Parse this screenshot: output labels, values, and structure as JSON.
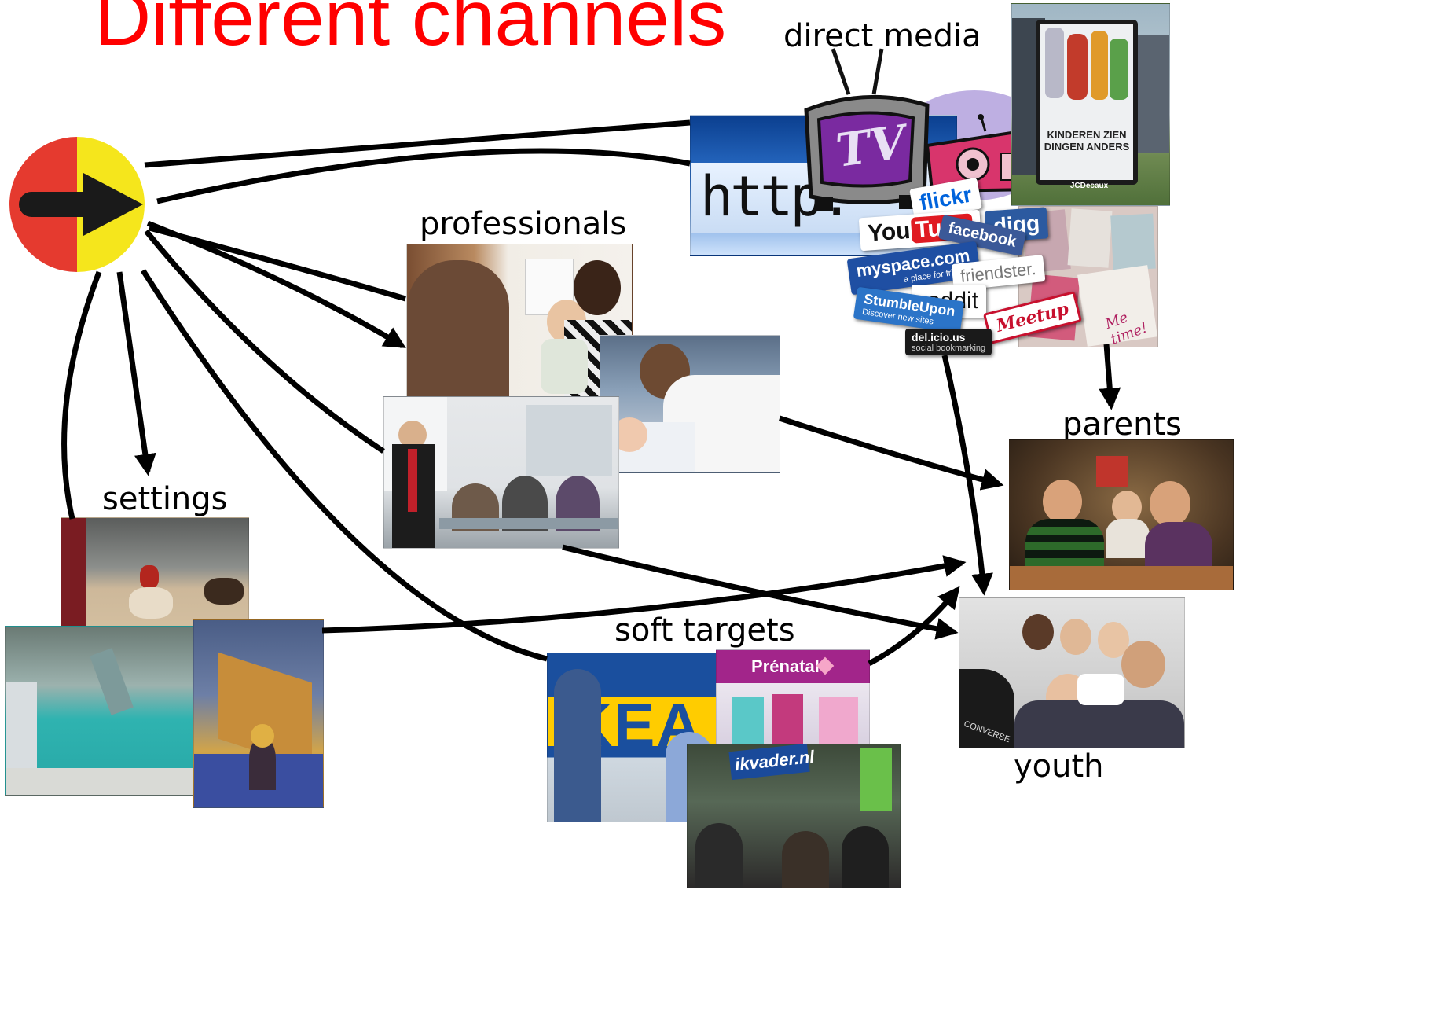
{
  "slide": {
    "title": "Different channels",
    "title_color": "#ff0000"
  },
  "source": {
    "icon": "right-arrow-circle-icon",
    "colors": [
      "#e53a2f",
      "#f5e61c",
      "#1a1a1a"
    ]
  },
  "labels": {
    "direct_media": "direct media",
    "professionals": "professionals",
    "settings": "settings",
    "soft_targets": "soft targets",
    "parents": "parents",
    "youth": "youth"
  },
  "media_collage": {
    "url_text": "http:",
    "tv_text": "TV",
    "flickr": "flickr",
    "youtube_you": "You",
    "youtube_tube": "Tube",
    "digg": "digg",
    "facebook": "facebook",
    "myspace": "myspace.com",
    "myspace_tagline": "a place for friends",
    "friendster": "friendster.",
    "reddit": "reddit",
    "stumbleupon": "StumbleUpon",
    "stumbleupon_tagline": "Discover new sites",
    "meetup": "Meetup",
    "delicious": "del.icio.us",
    "delicious_tagline": "social bookmarking",
    "billboard_line1": "KINDEREN ZIEN",
    "billboard_line2": "DINGEN ANDERS",
    "billboard_brand": "JCDecaux",
    "magazine_text": "Me time!"
  },
  "soft_targets_collage": {
    "ikea_text": "KEA",
    "prenatal_text": "Prénatal",
    "ikvader_text": "ikvader.nl"
  },
  "youth_collage": {
    "shirt_text": "CONVERSE"
  },
  "arrow_color": "#000000"
}
